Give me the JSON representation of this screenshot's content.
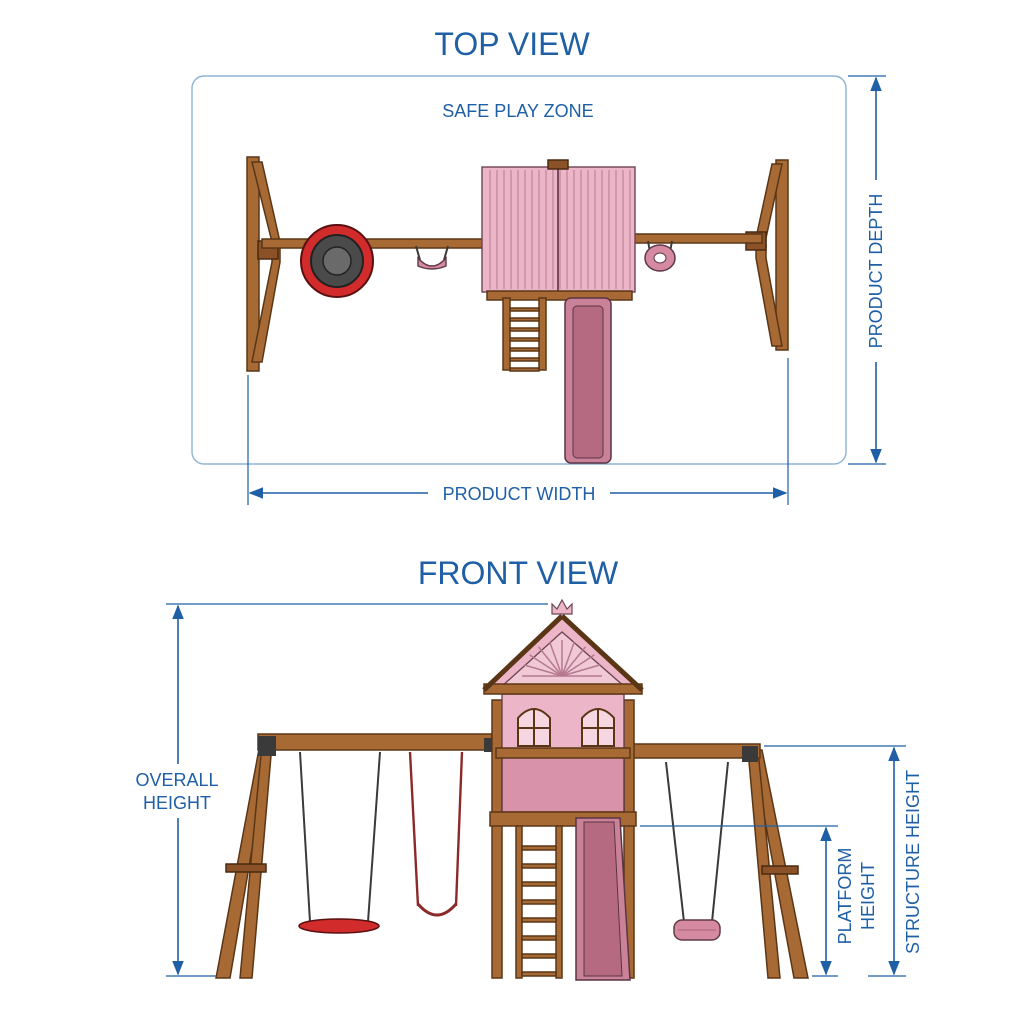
{
  "top_view": {
    "title": "TOP VIEW",
    "zone_label": "SAFE PLAY ZONE",
    "width_label": "PRODUCT WIDTH",
    "depth_label": "PRODUCT DEPTH"
  },
  "front_view": {
    "title": "FRONT VIEW",
    "overall_height_label": [
      "OVERALL",
      "HEIGHT"
    ],
    "platform_height_label": [
      "PLATFORM",
      "HEIGHT"
    ],
    "structure_height_label": "STRUCTURE HEIGHT"
  },
  "colors": {
    "dimension": "#1f5fa6",
    "wood": "#a86a35",
    "playhouse_pink": "#ecb6c8",
    "slide": "#c98298",
    "saucer_swing": "#d22b2b",
    "tire_swing": "#d68aa2"
  }
}
